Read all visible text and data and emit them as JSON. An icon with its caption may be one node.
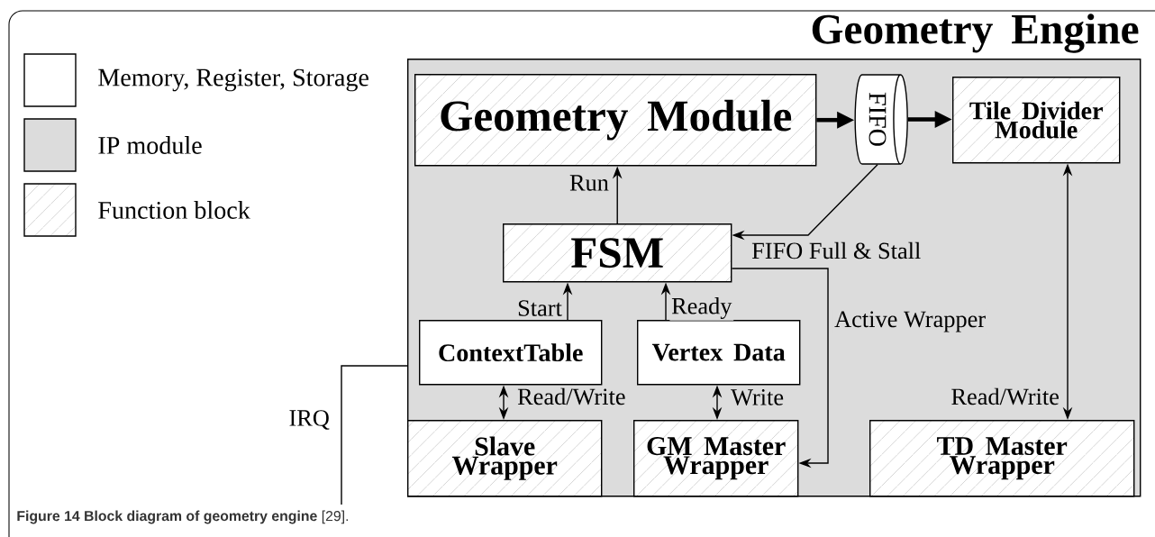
{
  "diagram": {
    "caption": "**Figure 14 Block diagram of geometry engine** [29].",
    "nodes": [
      {
        "text": [
          "Geometry Engine"
        ]
      },
      {
        "text": [
          "Geometry Module"
        ],
        "in": 0
      },
      {
        "text": [
          "FIFO"
        ],
        "in": 0
      },
      {
        "text": [
          "Tile Divider Module"
        ],
        "in": 0
      },
      {
        "text": [
          "FSM"
        ],
        "in": 0
      },
      {
        "text": [
          "ContextTable"
        ],
        "in": 0
      },
      {
        "text": [
          "Vertex Data"
        ],
        "in": 0
      },
      {
        "text": [
          "Slave Wrapper"
        ],
        "in": 0
      },
      {
        "text": [
          "GM Master Wrapper"
        ],
        "in": 0
      },
      {
        "text": [
          "TD Master Wrapper"
        ],
        "in": 0
      }
    ],
    "edges": [
      {
        "from": 4,
        "to": 1,
        "arrow": "to",
        "label": "Run"
      },
      {
        "from": 1,
        "to": 2,
        "arrow": "to",
        "style": "thick"
      },
      {
        "from": 2,
        "to": 3,
        "arrow": "to",
        "style": "thick"
      },
      {
        "from": 2,
        "to": 4,
        "arrow": "to",
        "label": "FIFO Full & Stall"
      },
      {
        "from": 5,
        "to": 4,
        "arrow": "to",
        "label": "Start"
      },
      {
        "from": 6,
        "to": 4,
        "arrow": "to",
        "label": "Ready"
      },
      {
        "from": 4,
        "to": 8,
        "arrow": "to",
        "label": "Active Wrapper"
      },
      {
        "from": 5,
        "to": 7,
        "arrow": "both",
        "label": "Read/Write"
      },
      {
        "from": 6,
        "to": 8,
        "arrow": "both",
        "label": "Write"
      },
      {
        "from": 3,
        "to": 9,
        "arrow": "both",
        "label": "Read/Write"
      },
      {
        "from": 0,
        "to": null,
        "arrow": "none",
        "label": "IRQ"
      }
    ],
    "legend": [
      {
        "text": "Memory, Register, Storage"
      },
      {
        "text": "IP module",
        "color": "#dcdcdc"
      },
      {
        "text": "Function block"
      }
    ]
  }
}
